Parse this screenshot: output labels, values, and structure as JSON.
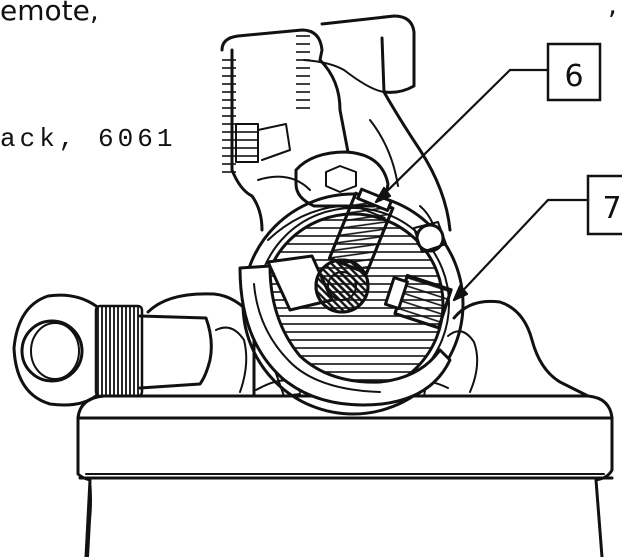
{
  "fragments": {
    "top_left": "emote,",
    "middle_left": "ack, 6061",
    "top_right": ","
  },
  "callouts": [
    {
      "label": "6"
    },
    {
      "label": "7"
    }
  ]
}
